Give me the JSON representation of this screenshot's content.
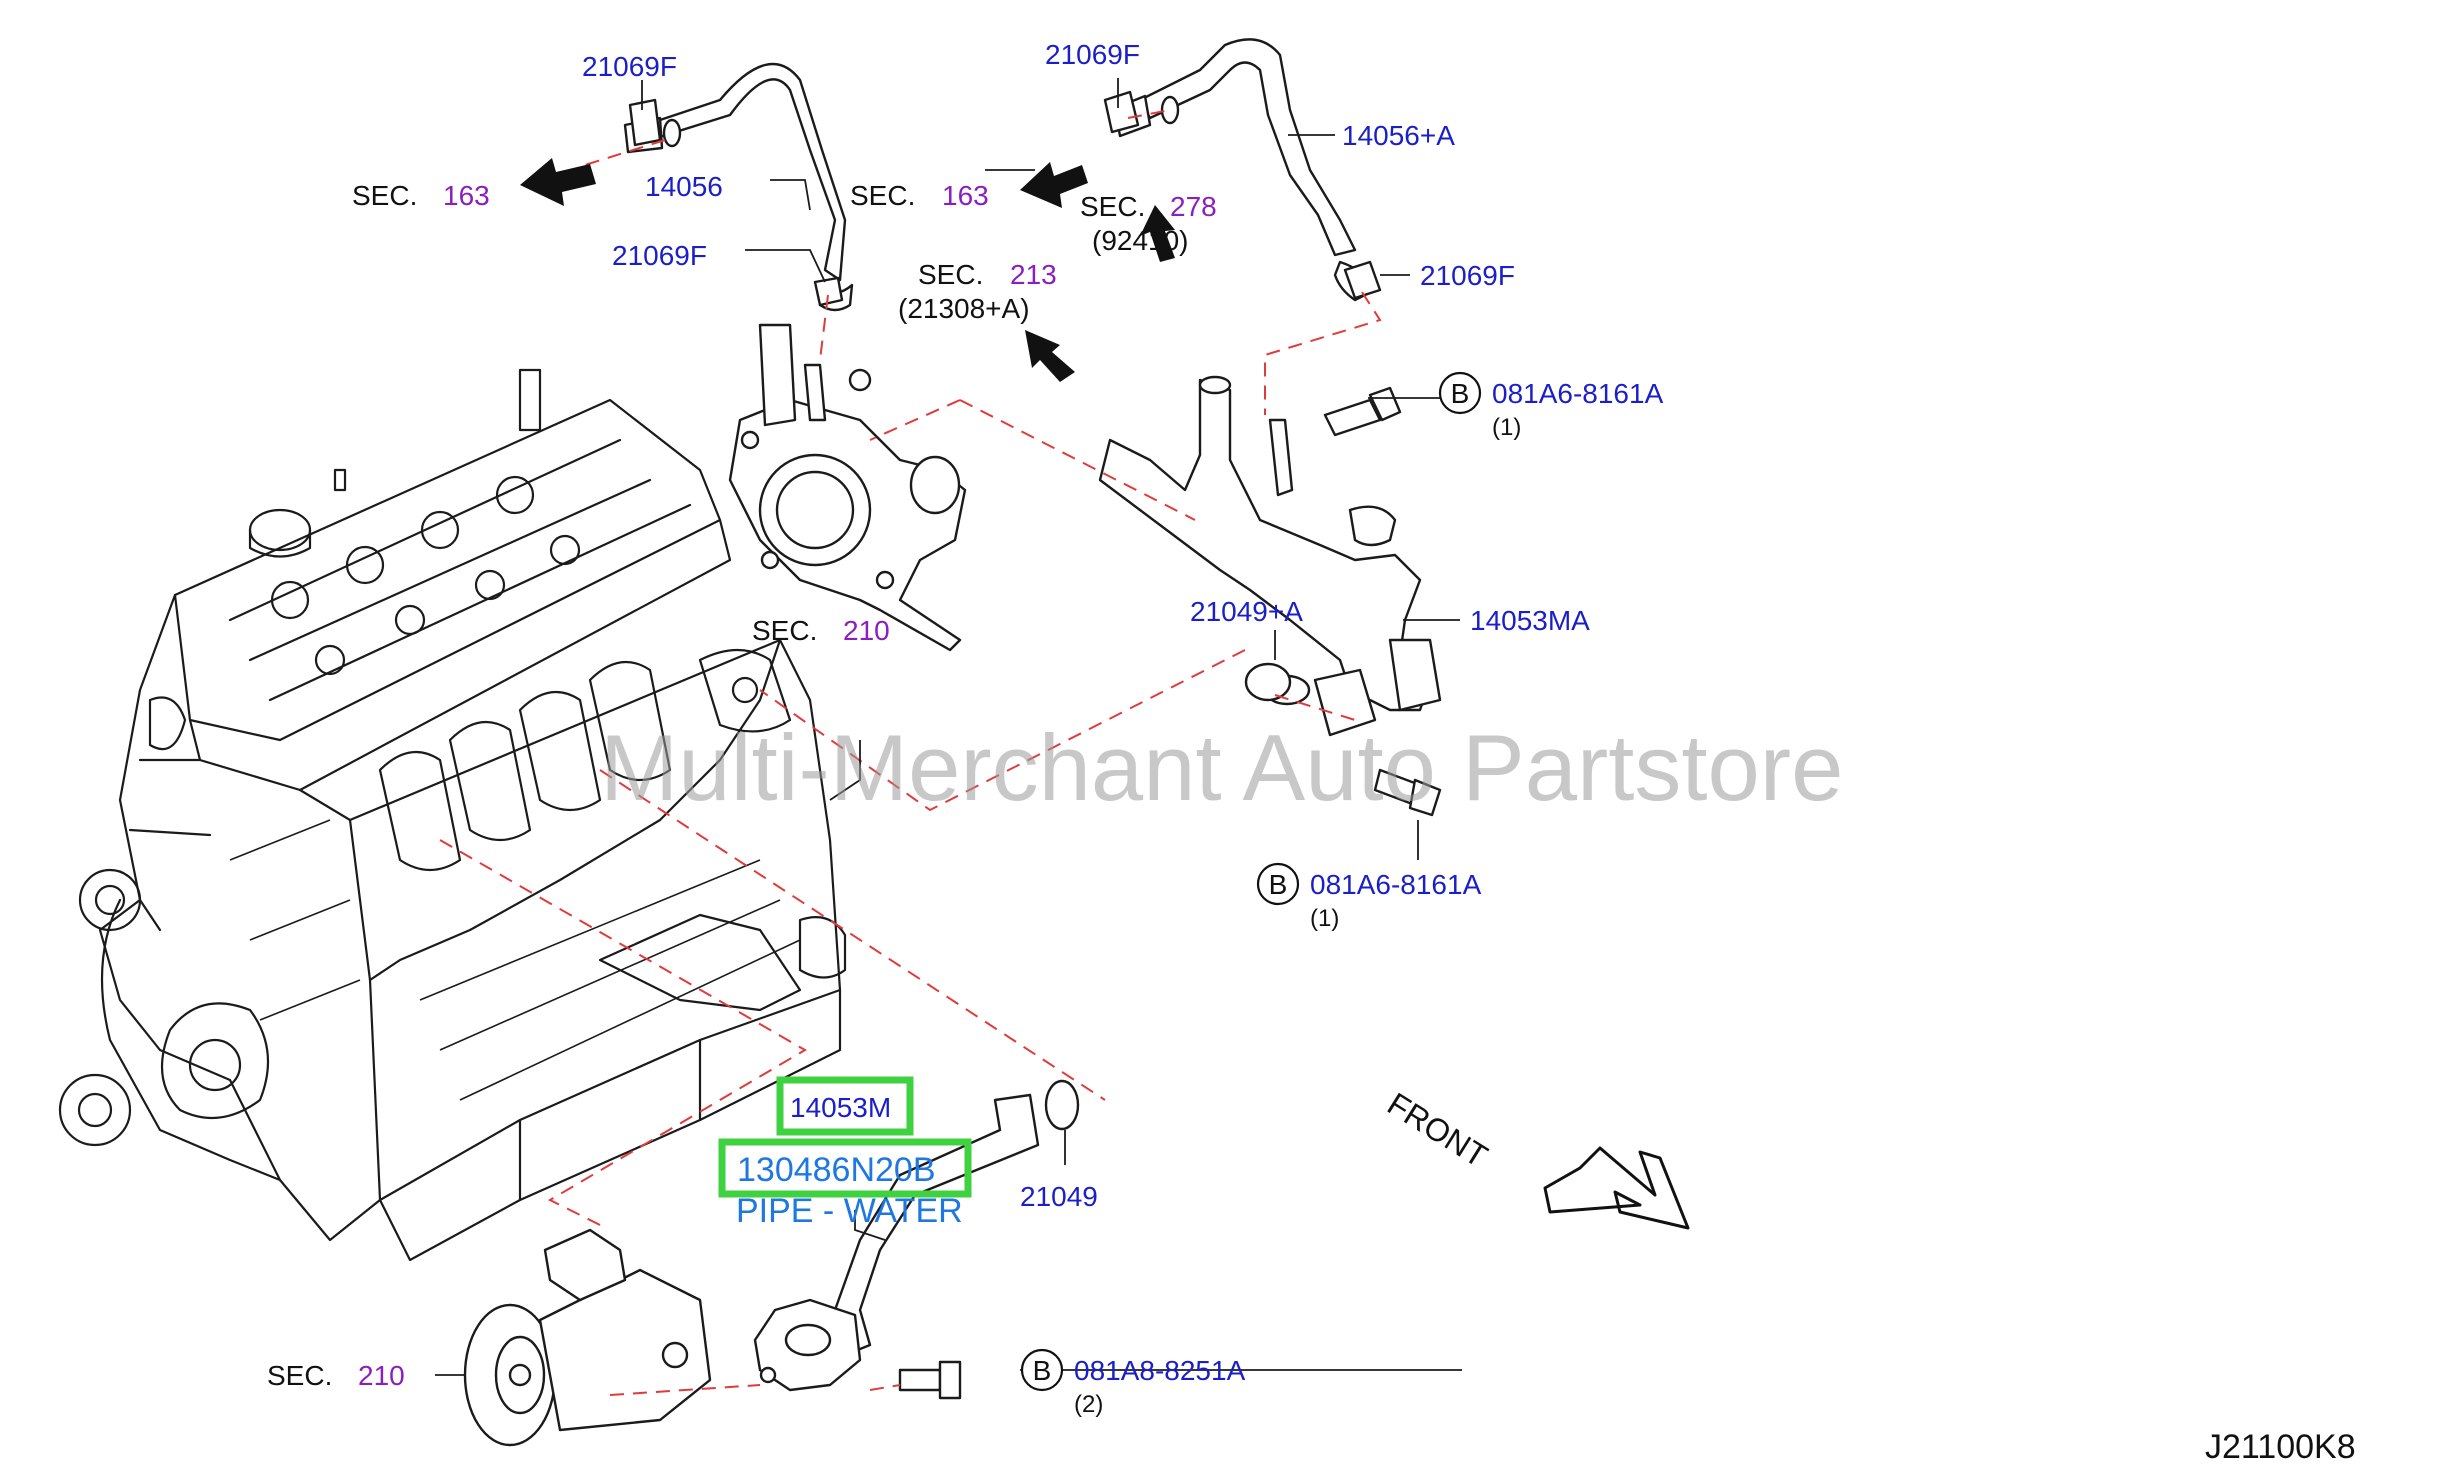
{
  "watermark": "Multi-Merchant Auto Partstore",
  "drawing_code": "J21100K8",
  "front_label": "FRONT",
  "labels": {
    "hose_left_clamp_top": "21069F",
    "hose_left": "14056",
    "hose_left_clamp_bottom": "21069F",
    "hose_right_clamp_top": "21069F",
    "hose_right": "14056+A",
    "hose_right_clamp_bottom": "21069F",
    "outlet_pipe": "14053MA",
    "outlet_gasket": "21049+A",
    "bolt_top_code": "081A6-8161A",
    "bolt_top_qty": "(1)",
    "bolt_mid_code": "081A6-8161A",
    "bolt_mid_qty": "(1)",
    "bolt_bottom_code": "081A8-8251A",
    "bolt_bottom_qty": "(2)",
    "water_pipe_part": "14053M",
    "water_pipe_oem": "130486N20B",
    "water_pipe_name": "PIPE - WATER",
    "water_pipe_gasket": "21049",
    "bolt_marker": "B"
  },
  "sections": [
    {
      "prefix": "SEC.",
      "number": "163",
      "sub": ""
    },
    {
      "prefix": "SEC.",
      "number": "163",
      "sub": ""
    },
    {
      "prefix": "SEC.",
      "number": "278",
      "sub": "(92410)"
    },
    {
      "prefix": "SEC.",
      "number": "213",
      "sub": "(21308+A)"
    },
    {
      "prefix": "SEC.",
      "number": "210",
      "sub": ""
    },
    {
      "prefix": "SEC.",
      "number": "210",
      "sub": ""
    }
  ],
  "colors": {
    "label_blue": "#1a1fc9",
    "section_purple": "#8a1fc0",
    "pipe_name_blue": "#1e78e0",
    "highlight_green": "#3fd13f",
    "dash_red": "#e03b3b"
  }
}
